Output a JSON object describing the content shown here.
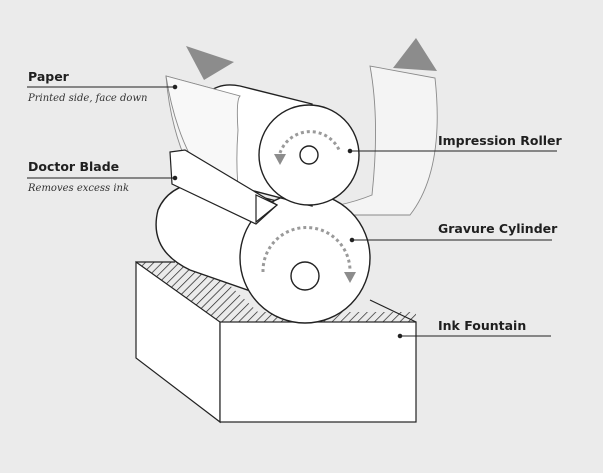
{
  "labels": {
    "paper": {
      "title": "Paper",
      "subtitle": "Printed side, face down"
    },
    "doctor_blade": {
      "title": "Doctor Blade",
      "subtitle": "Removes excess ink"
    },
    "impression_roller": {
      "title": "Impression Roller"
    },
    "gravure_cylinder": {
      "title": "Gravure Cylinder"
    },
    "ink_fountain": {
      "title": "Ink Fountain"
    }
  },
  "colors": {
    "background": "#ebebeb",
    "line": "#222222",
    "arrow_gray": "#8c8c8c",
    "paper_fill": "#f4f4f4"
  },
  "icons": {
    "paper_feed_arrow": "triangle-left-icon",
    "paper_exit_arrow": "triangle-right-icon",
    "rotation_arrow": "dotted-arc-arrow-icon"
  }
}
